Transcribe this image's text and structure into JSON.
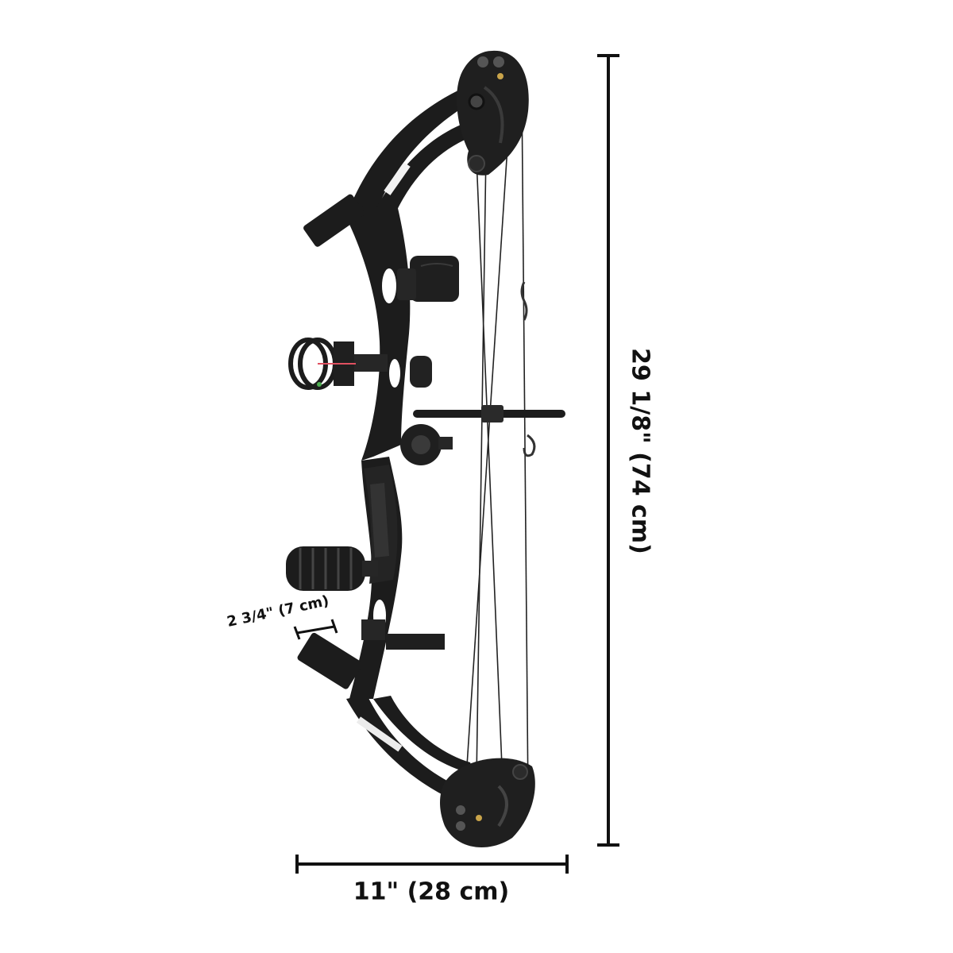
{
  "product": {
    "name": "compound-bow",
    "color": "#1c1c1c",
    "components": [
      "upper-cam",
      "lower-cam",
      "upper-limb",
      "lower-limb",
      "riser",
      "grip",
      "sight",
      "arrow-rest",
      "quiver",
      "stabilizer-rod",
      "string",
      "cables",
      "limb-labels"
    ]
  },
  "dimensions": {
    "height_label": "29 1/8\" (74 cm)",
    "width_label": "11\" (28 cm)",
    "grip_label": "2 3/4\" (7 cm)"
  },
  "colors": {
    "background": "#ffffff",
    "bow": "#1c1c1c",
    "bow_highlight": "#3a3a3a",
    "dimension_lines": "#111111",
    "sight_pin": "#e05060",
    "sight_fiber": "#4caf50",
    "cam_bushing": "#c9a44a"
  }
}
